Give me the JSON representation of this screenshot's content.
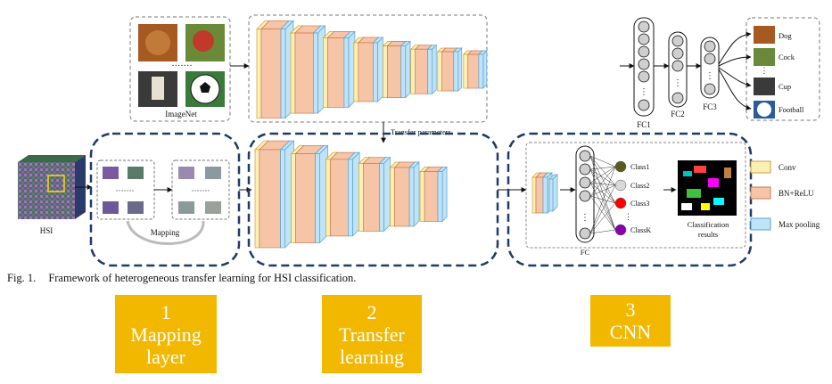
{
  "figure": {
    "imagenet_label": "ImageNet",
    "transfer_label": "Transfer parameters",
    "fc_labels": [
      "FC1",
      "FC2",
      "FC3"
    ],
    "outputs": [
      "Dog",
      "Cock",
      "Cup",
      "Football"
    ],
    "hsi_label": "HSI",
    "mapping_label": "Mapping",
    "fc_label": "FC",
    "classes": [
      "Class1",
      "Class2",
      "Class3",
      "ClassK"
    ],
    "classification_label": [
      "Classification",
      "results"
    ],
    "legend": [
      "Conv",
      "BN+ReLU",
      "Max pooling"
    ],
    "colors": {
      "conv": "#fcefb4",
      "conv_border": "#c9a23a",
      "bn": "#f6c5a8",
      "bn_border": "#c97a4f",
      "pool": "#bfe3f7",
      "pool_border": "#5ba3cf",
      "dashed_blue": "#1f3b6b",
      "highlight": "#f2b800"
    },
    "class_dot_colors": [
      "#5a5a1e",
      "#d8d8d8",
      "#ff0000",
      "#8800aa"
    ]
  },
  "caption": {
    "number": "Fig. 1.",
    "text": "Framework of heterogeneous transfer learning for HSI classification."
  },
  "callouts": [
    {
      "num": "1",
      "lines": [
        "Mapping",
        "layer"
      ]
    },
    {
      "num": "2",
      "lines": [
        "Transfer",
        "learning"
      ]
    },
    {
      "num": "3",
      "lines": [
        "CNN"
      ]
    }
  ]
}
